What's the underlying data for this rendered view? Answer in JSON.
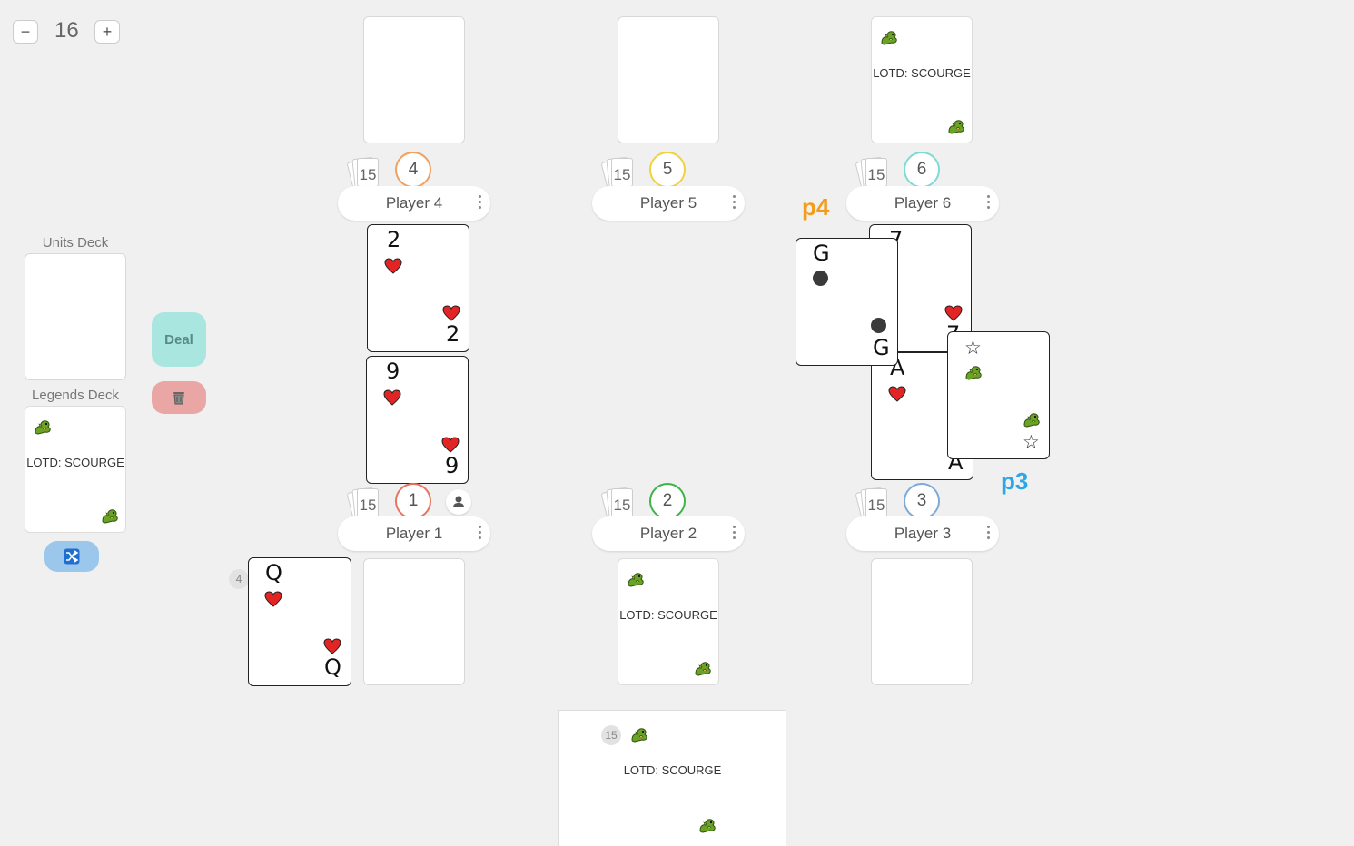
{
  "zoom": {
    "minus": "−",
    "value": "16",
    "plus": "+"
  },
  "decks": {
    "units_label": "Units Deck",
    "legends_label": "Legends Deck",
    "legends_card_text": "LOTD: SCOURGE"
  },
  "buttons": {
    "deal": "Deal",
    "trash_icon": "trash-icon",
    "shuffle_icon": "shuffle-icon"
  },
  "players": [
    {
      "name": "Player 1",
      "seat": "1",
      "count": "15",
      "color": "#e8735f"
    },
    {
      "name": "Player 2",
      "seat": "2",
      "count": "15",
      "color": "#3db34a"
    },
    {
      "name": "Player 3",
      "seat": "3",
      "count": "15",
      "color": "#7ea9d9"
    },
    {
      "name": "Player 4",
      "seat": "4",
      "count": "15",
      "color": "#f0a060"
    },
    {
      "name": "Player 5",
      "seat": "5",
      "count": "15",
      "color": "#f0d23c"
    },
    {
      "name": "Player 6",
      "seat": "6",
      "count": "15",
      "color": "#7fd9d4"
    }
  ],
  "cards": {
    "p4_top_two": {
      "rank": "2"
    },
    "p4_top_nine": {
      "rank": "9"
    },
    "p1_hand_queen": {
      "rank": "Q",
      "badge": "4"
    },
    "p6_seven": {
      "rank": "7"
    },
    "p6_ace": {
      "rank": "A"
    },
    "p4_g": {
      "rank": "G"
    },
    "p3_star": {
      "symbol": "☆"
    },
    "lotd_text": "LOTD: SCOURGE"
  },
  "labels": {
    "p4": "p4",
    "p3": "p3",
    "p4_color": "#f39c1c",
    "p3_color": "#2aa7e8"
  },
  "bottom_panel": {
    "badge": "15",
    "text": "LOTD: SCOURGE"
  }
}
